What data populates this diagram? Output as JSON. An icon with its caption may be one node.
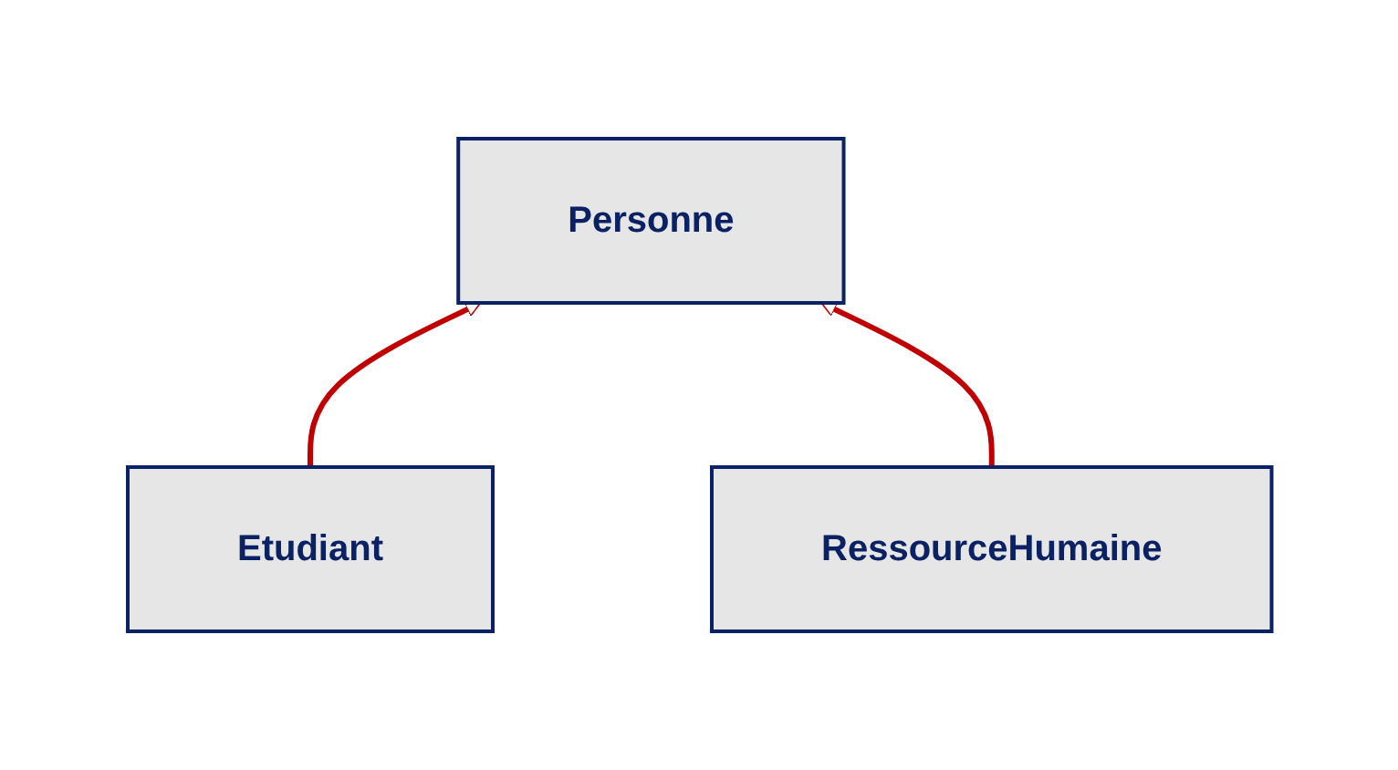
{
  "diagram": {
    "nodes": [
      {
        "text": [
          "Personne"
        ]
      },
      {
        "text": [
          "Etudiant"
        ]
      },
      {
        "text": [
          "RessourceHumaine"
        ]
      }
    ],
    "edges": [
      {
        "from": 1,
        "to": 0,
        "arrow": "to"
      },
      {
        "from": 2,
        "to": 0,
        "arrow": "to"
      }
    ]
  }
}
